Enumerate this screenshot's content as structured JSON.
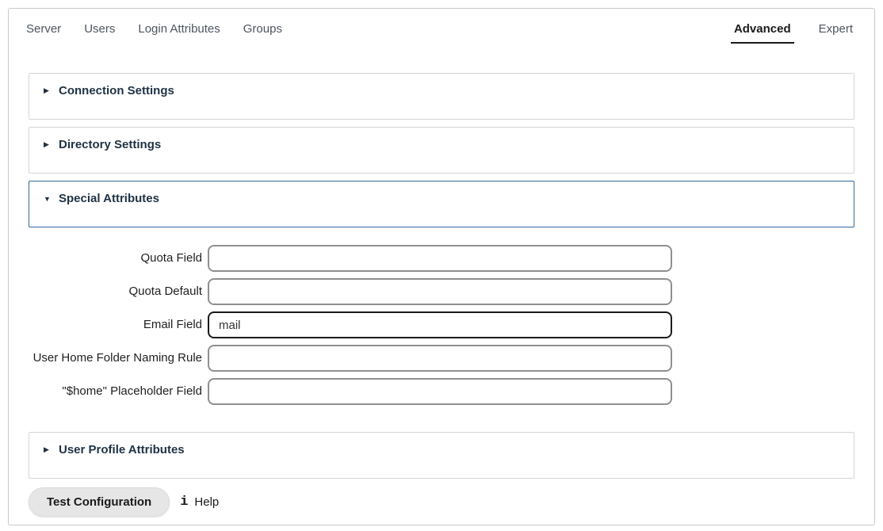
{
  "tabs": {
    "left": [
      {
        "label": "Server"
      },
      {
        "label": "Users"
      },
      {
        "label": "Login Attributes"
      },
      {
        "label": "Groups"
      }
    ],
    "right": [
      {
        "label": "Advanced",
        "active": true
      },
      {
        "label": "Expert",
        "active": false
      }
    ]
  },
  "icons": {
    "collapsed_arrow": "▶",
    "expanded_arrow": "▼",
    "info": "i"
  },
  "sections": [
    {
      "title": "Connection Settings",
      "expanded": false
    },
    {
      "title": "Directory Settings",
      "expanded": false
    },
    {
      "title": "Special Attributes",
      "expanded": true,
      "fields": [
        {
          "label": "Quota Field",
          "value": ""
        },
        {
          "label": "Quota Default",
          "value": ""
        },
        {
          "label": "Email Field",
          "value": "mail",
          "focused": true
        },
        {
          "label": "User Home Folder Naming Rule",
          "value": ""
        },
        {
          "label": "\"$home\" Placeholder Field",
          "value": ""
        }
      ]
    },
    {
      "title": "User Profile Attributes",
      "expanded": false
    }
  ],
  "footer": {
    "test_button_label": "Test Configuration",
    "help_label": "Help"
  },
  "colors": {
    "active_section_border": "#31699c",
    "section_border": "#d5d5d5",
    "container_border": "#c9c9c9",
    "heading_text": "#1e3244",
    "tab_text": "#4d555e",
    "active_tab_text": "#1a1a1a",
    "input_border": "#8f8f8f",
    "focused_input_border": "#1a1a1a",
    "button_background": "#e6e6e6"
  }
}
